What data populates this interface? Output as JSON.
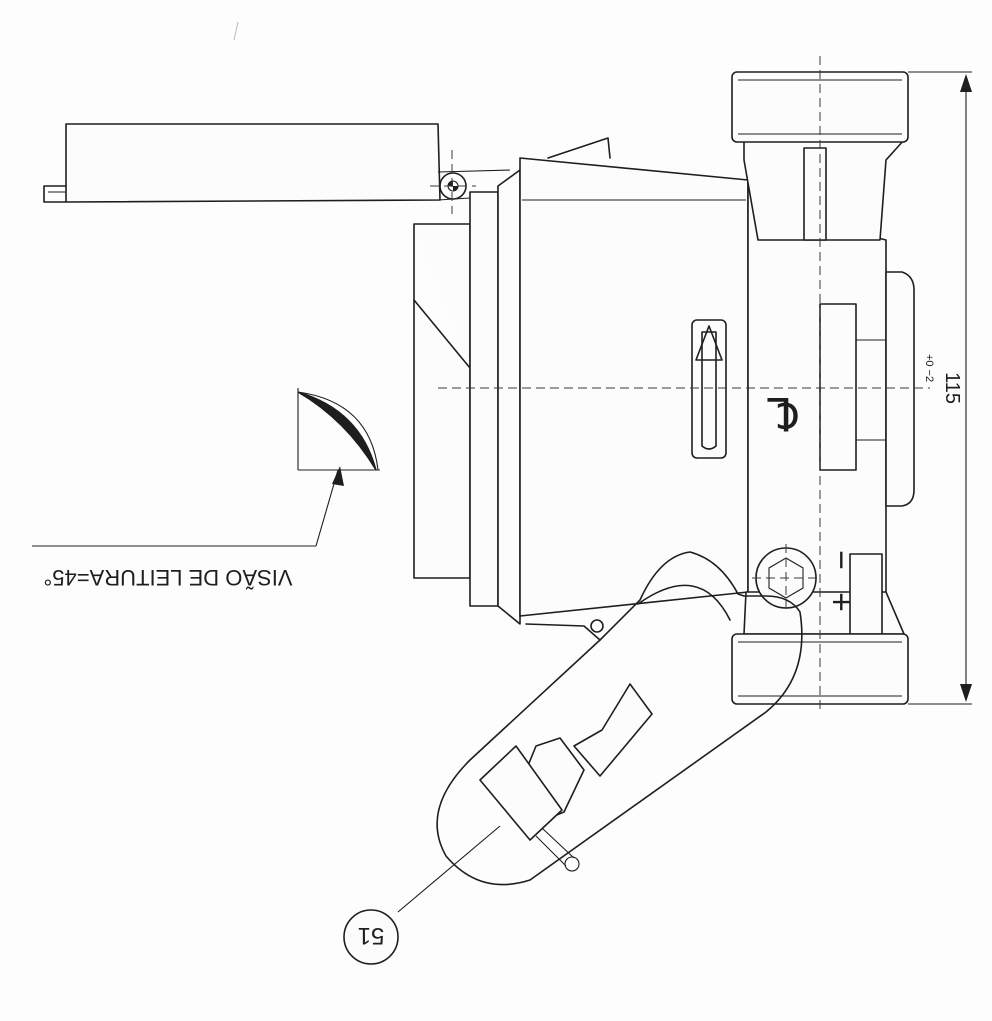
{
  "drawing": {
    "view_label": "VISÃO DE LEITURA=45°",
    "length_dimension": "115",
    "dimension_tolerance": "+0\n−2",
    "center_symbol": "℄",
    "balloon_number": "51",
    "minus_sign": "−",
    "plus_sign": "+"
  }
}
